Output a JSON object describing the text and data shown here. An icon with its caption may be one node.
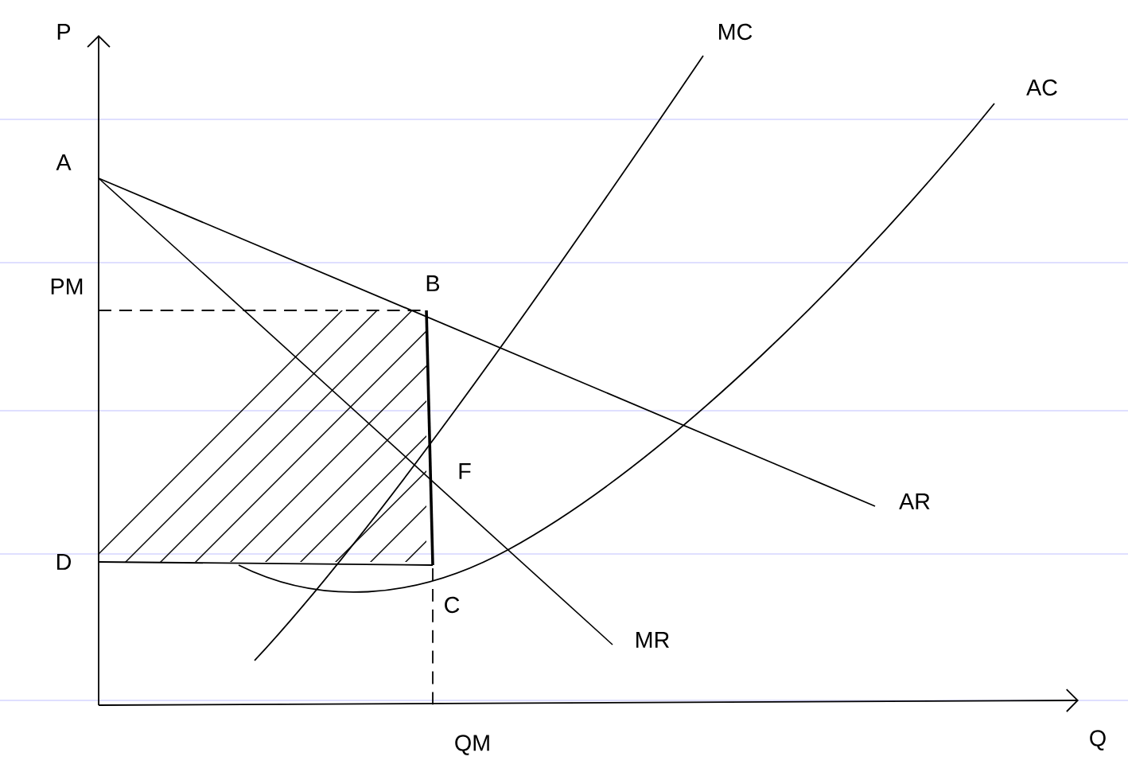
{
  "diagram": {
    "labels": [
      "P",
      "MC",
      "AC",
      "A",
      "PM",
      "B",
      "F",
      "AR",
      "D",
      "C",
      "MR",
      "QM",
      "Q"
    ]
  }
}
